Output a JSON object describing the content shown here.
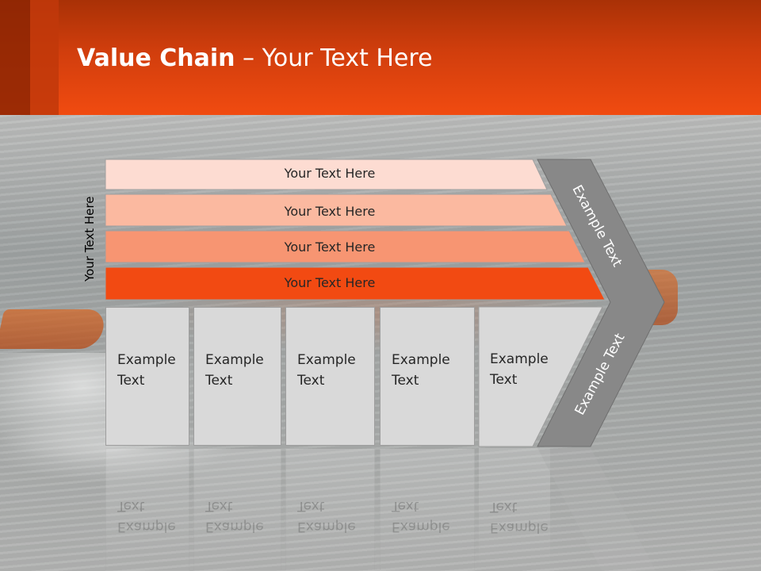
{
  "title": {
    "bold": "Value Chain",
    "rest": " – Your Text Here"
  },
  "side_label": "Your Text Here",
  "rows": [
    {
      "label": "Your Text Here",
      "color": "#fddcd2"
    },
    {
      "label": "Your Text Here",
      "color": "#fbb9a0"
    },
    {
      "label": "Your Text Here",
      "color": "#f79572"
    },
    {
      "label": "Your Text Here",
      "color": "#f24a12"
    }
  ],
  "columns": [
    {
      "line1": "Example",
      "line2": "Text"
    },
    {
      "line1": "Example",
      "line2": "Text"
    },
    {
      "line1": "Example",
      "line2": "Text"
    },
    {
      "line1": "Example",
      "line2": "Text"
    },
    {
      "line1": "Example",
      "line2": "Text"
    }
  ],
  "chevron": {
    "top_label": "Example Text",
    "bottom_label": "Example Text",
    "color": "#888888"
  }
}
